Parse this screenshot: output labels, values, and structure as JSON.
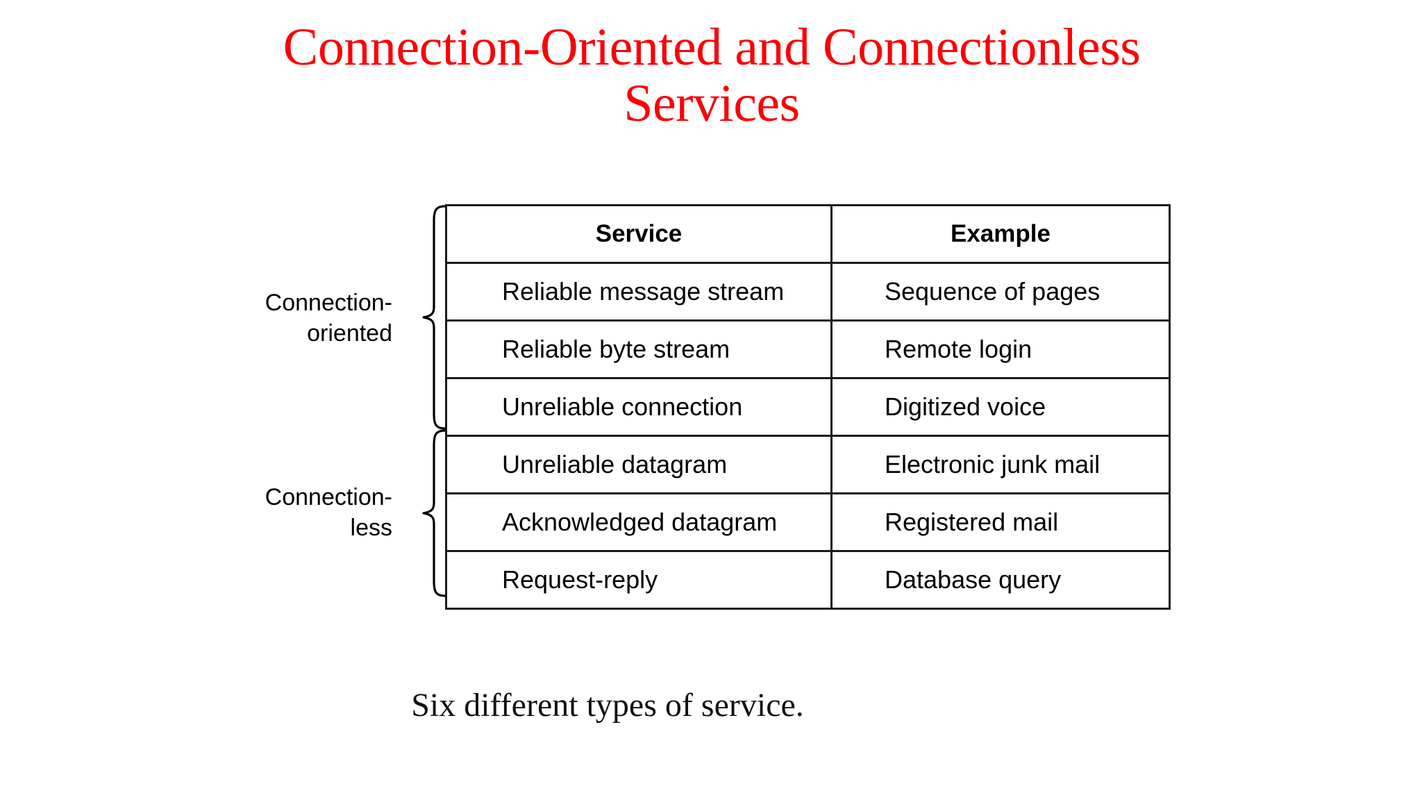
{
  "slide": {
    "title": "Connection-Oriented and Connectionless Services",
    "title_color": "#fb0007",
    "caption": "Six different types of service.",
    "background_color": "#ffffff"
  },
  "groups": [
    {
      "id": "connection-oriented",
      "label": "Connection-\noriented",
      "brace_label_line1": "Connection-",
      "brace_label_line2": "oriented",
      "covers_rows": [
        "Reliable message stream",
        "Reliable byte stream",
        "Unreliable connection"
      ]
    },
    {
      "id": "connectionless",
      "label": "Connection-\nless",
      "brace_label_line1": "Connection-",
      "brace_label_line2": "less",
      "covers_rows": [
        "Unreliable datagram",
        "Acknowledged datagram",
        "Request-reply"
      ]
    }
  ],
  "table": {
    "border_color": "#1a1a1a",
    "headers": [
      "Service",
      "Example"
    ],
    "rows": [
      {
        "service": "Reliable message stream",
        "example": "Sequence of pages"
      },
      {
        "service": "Reliable byte stream",
        "example": "Remote login"
      },
      {
        "service": "Unreliable connection",
        "example": "Digitized voice"
      },
      {
        "service": "Unreliable datagram",
        "example": "Electronic junk mail"
      },
      {
        "service": "Acknowledged datagram",
        "example": "Registered mail"
      },
      {
        "service": "Request-reply",
        "example": "Database query"
      }
    ]
  }
}
